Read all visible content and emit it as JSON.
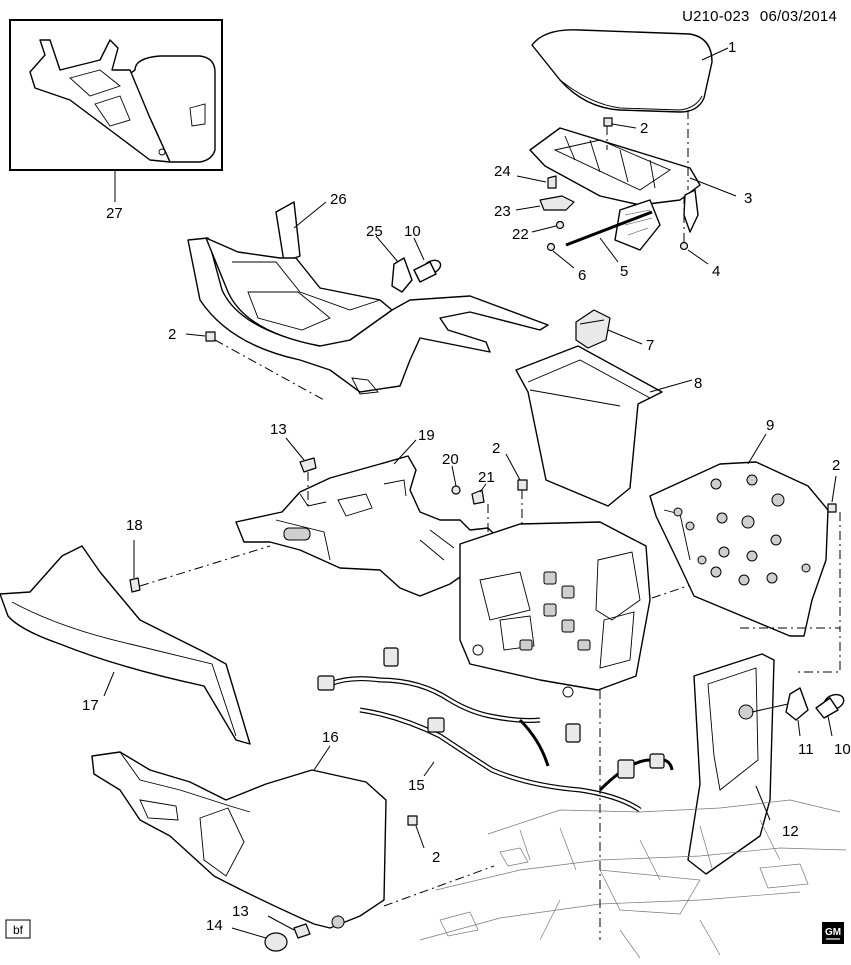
{
  "header": {
    "code": "U210-023",
    "date": "06/03/2014"
  },
  "callouts": {
    "c1": "1",
    "c2a": "2",
    "c3": "3",
    "c4": "4",
    "c5": "5",
    "c6": "6",
    "c7": "7",
    "c8": "8",
    "c9": "9",
    "c10a": "10",
    "c10b": "10",
    "c11": "11",
    "c12": "12",
    "c13a": "13",
    "c13b": "13",
    "c14": "14",
    "c15": "15",
    "c16": "16",
    "c17": "17",
    "c18": "18",
    "c19": "19",
    "c20": "20",
    "c21": "21",
    "c22": "22",
    "c23": "23",
    "c24": "24",
    "c25": "25",
    "c26": "26",
    "c27": "27",
    "c2b": "2",
    "c2c": "2",
    "c2d": "2",
    "c2e": "2"
  },
  "badges": {
    "bf": "bf",
    "gm_logo": "GM"
  }
}
